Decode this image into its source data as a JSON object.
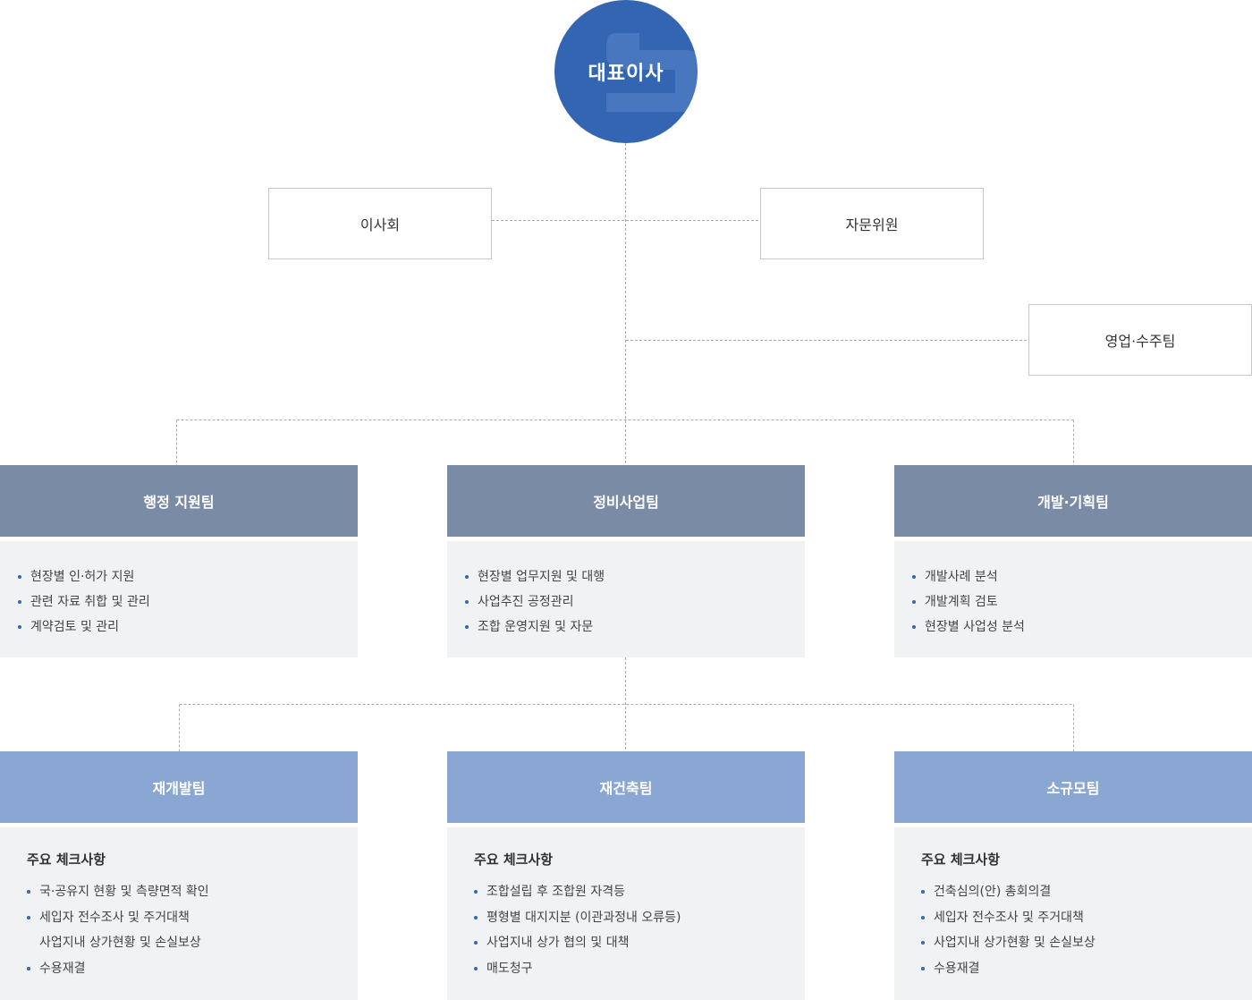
{
  "ceo": {
    "label": "대표이사"
  },
  "board": {
    "label": "이사회"
  },
  "advisory": {
    "label": "자문위원"
  },
  "sales": {
    "label": "영업·수주팀"
  },
  "teams_top": [
    {
      "name": "행정 지원팀",
      "items": [
        "현장별 인·허가 지원",
        "관련 자료 취합 및 관리",
        "계약검토 및 관리"
      ]
    },
    {
      "name": "정비사업팀",
      "items": [
        "현장별 업무지원 및 대행",
        "사업추진 공정관리",
        "조합 운영지원 및 자문"
      ]
    },
    {
      "name": "개발·기획팀",
      "items": [
        "개발사례 분석",
        "개발계획 검토",
        "현장별 사업성 분석"
      ]
    }
  ],
  "teams_bottom": [
    {
      "name": "재개발팀",
      "title": "주요 체크사항",
      "items": [
        "국·공유지 현황 및 측량면적 확인",
        "세입자 전수조사 및 주거대책",
        "사업지내 상가현황 및 손실보상",
        "수용재결"
      ]
    },
    {
      "name": "재건축팀",
      "title": "주요 체크사항",
      "items": [
        "조합설립 후 조합원 자격등",
        "평형별 대지지분 (이관과정내 오류등)",
        "사업지내 상가 협의 및 대책",
        "매도청구"
      ]
    },
    {
      "name": "소규모팀",
      "title": "주요 체크사항",
      "items": [
        "건축심의(안) 총회의결",
        "세입자 전수조사 및 주거대책",
        "사업지내 상가현황 및 손실보상",
        "수용재결"
      ]
    }
  ],
  "colors": {
    "ceo": "#3465b3",
    "team_top_header": "#7a8ba5",
    "team_bottom_header": "#8aa6d3",
    "panel_bg": "#f1f2f4",
    "bullet": "#3465b3",
    "connector": "#aaaaaa"
  }
}
